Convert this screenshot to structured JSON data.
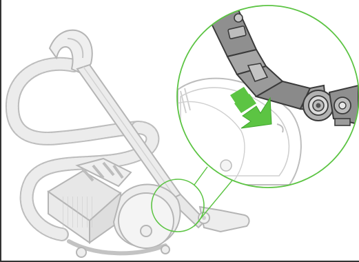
{
  "figure": {
    "kind": "illustration",
    "subject": "canister-vacuum-cleaner",
    "detail": "wand-release-catch",
    "colors": {
      "ghost_stroke": "#b9b9b9",
      "ghost_fill": "#e6e6e6",
      "ghost_light": "#f1f1f1",
      "detail_stroke": "#3a3a3a",
      "detail_fill": "#8f8f8f",
      "detail_fill_light": "#bdbdbd",
      "accent": "#5cc443",
      "accent_dark": "#3fa62c",
      "frame": "#333333"
    },
    "icons": [
      "arrow-icon"
    ]
  }
}
